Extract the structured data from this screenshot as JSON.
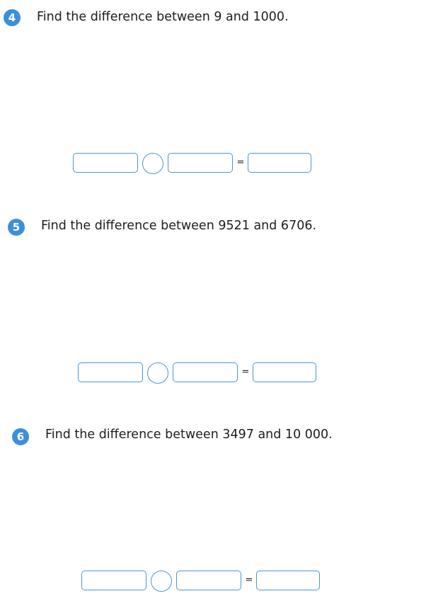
{
  "questions": [
    {
      "number": "4",
      "text": "Find the difference between 9 and 1000.",
      "equals": "="
    },
    {
      "number": "5",
      "text": "Find the difference between 9521 and 6706.",
      "equals": "="
    },
    {
      "number": "6",
      "text": "Find the difference between 3497 and 10 000.",
      "equals": "="
    }
  ],
  "colors": {
    "badge": "#3d8fdc",
    "box_border": "#4a96d6"
  }
}
